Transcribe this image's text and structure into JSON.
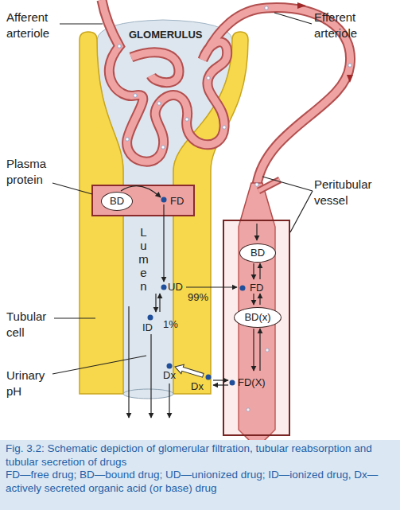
{
  "diagram": {
    "caption": "Fig. 3.2: Schematic depiction of glomerular filtration, tubular reabsorption and tubular secretion of drugs",
    "nodes": [
      {
        "text": [
          "FD"
        ]
      },
      {
        "text": [
          "BD"
        ],
        "in": 0
      },
      {
        "text": [
          "FD",
          "FD(X)"
        ]
      },
      {
        "text": [
          "BD"
        ],
        "in": 2
      },
      {
        "text": [
          "BD(x)"
        ],
        "in": 2
      }
    ],
    "labels": [
      "Afferent arteriole",
      "GLOMERULUS",
      "Efferent arteriole",
      "Plasma protein",
      "Lumen",
      "Tubular cell",
      "Urinary pH",
      "UD",
      "99%",
      "ID",
      "1%",
      "Dx",
      "Dx",
      "Peritubular vessel",
      "FD—free drug; BD—bound drug; UD—unionized drug; ID—ionized drug, Dx—actively secreted organic acid (or base) drug"
    ]
  }
}
